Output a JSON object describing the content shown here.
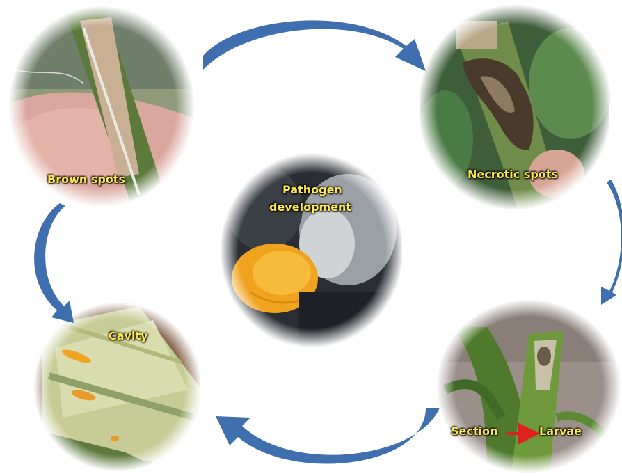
{
  "labels": {
    "brown_spots": "Brown spots",
    "necrotic_spots": "Necrotic spots",
    "pathogen_line1": "Pathogen",
    "pathogen_line2": "development",
    "cavity": "Cavity",
    "section": "Section",
    "larvae": "Larvae"
  },
  "photos": [
    {
      "name": "brown-spots-photo",
      "subject": "stem with brown spots held in fingers"
    },
    {
      "name": "necrotic-spots-photo",
      "subject": "stem with necrotic spots"
    },
    {
      "name": "pathogen-photo",
      "subject": "yellow larva surrounded by dark fungal growth"
    },
    {
      "name": "cavity-photo",
      "subject": "opened stem with cavity and larvae"
    },
    {
      "name": "section-photo",
      "subject": "cut stem section"
    }
  ],
  "colors": {
    "arrow_blue": "#3f6fae",
    "label_yellow": "#ffe94d",
    "pointer_red": "#e0201a"
  }
}
